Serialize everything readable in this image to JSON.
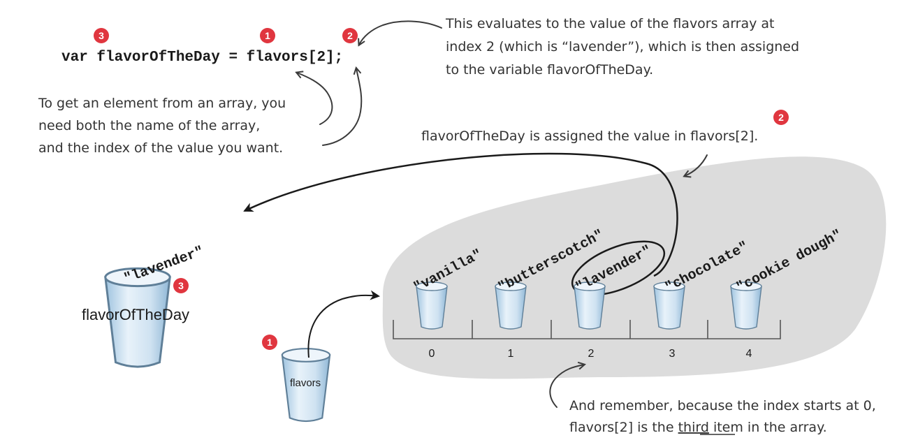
{
  "code": {
    "line": "var flavorOfTheDay = flavors[2];"
  },
  "badges": [
    "3",
    "1",
    "2",
    "2",
    "3",
    "1"
  ],
  "notes": {
    "evaluates": [
      "This evaluates to the value of the flavors array at",
      "index 2 (which is “lavender”), which is then assigned",
      "to the variable flavorOfTheDay."
    ],
    "get_element": [
      "To get an element from an array, you",
      "need both the name of the array,",
      "and the index of the value you want."
    ],
    "assigned": "flavorOfTheDay is assigned the value in flavors[2].",
    "remember_1": "And remember, because the index starts at 0,",
    "remember_2_before": "flavors[2] is the ",
    "remember_2_underlined": "third",
    "remember_2_after": " item in the array."
  },
  "variables": {
    "flavor_of_the_day": "flavorOfTheDay",
    "flavors": "flavors",
    "lavender_value": "\"lavender\""
  },
  "array": {
    "items": [
      "\"vanilla\"",
      "\"butterscotch\"",
      "\"lavender\"",
      "\"chocolate\"",
      "\"cookie dough\""
    ],
    "indices": [
      "0",
      "1",
      "2",
      "3",
      "4"
    ]
  },
  "colors": {
    "badge": "#e0363f",
    "blob": "#dcdcdc",
    "cup": "#bcd7ea",
    "ink": "#3a3a3a"
  }
}
